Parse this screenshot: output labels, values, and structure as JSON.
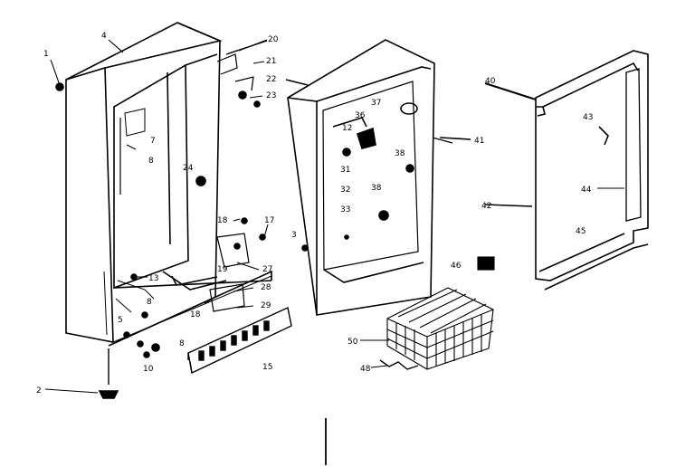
{
  "diagram": {
    "callouts": [
      {
        "id": "c1",
        "label": "1"
      },
      {
        "id": "c2",
        "label": "2"
      },
      {
        "id": "c3",
        "label": "3"
      },
      {
        "id": "c4",
        "label": "4"
      },
      {
        "id": "c5",
        "label": "5"
      },
      {
        "id": "c7",
        "label": "7"
      },
      {
        "id": "c8",
        "label": "8"
      },
      {
        "id": "c8b",
        "label": "8"
      },
      {
        "id": "c8c",
        "label": "8"
      },
      {
        "id": "c10",
        "label": "10"
      },
      {
        "id": "c12",
        "label": "12"
      },
      {
        "id": "c13",
        "label": "13"
      },
      {
        "id": "c15",
        "label": "15"
      },
      {
        "id": "c17",
        "label": "17"
      },
      {
        "id": "c18",
        "label": "18"
      },
      {
        "id": "c18b",
        "label": "18"
      },
      {
        "id": "c19",
        "label": "19"
      },
      {
        "id": "c20",
        "label": "20"
      },
      {
        "id": "c21",
        "label": "21"
      },
      {
        "id": "c22",
        "label": "22"
      },
      {
        "id": "c23",
        "label": "23"
      },
      {
        "id": "c24",
        "label": "24"
      },
      {
        "id": "c27",
        "label": "27"
      },
      {
        "id": "c28",
        "label": "28"
      },
      {
        "id": "c29",
        "label": "29"
      },
      {
        "id": "c31",
        "label": "31"
      },
      {
        "id": "c32",
        "label": "32"
      },
      {
        "id": "c33",
        "label": "33"
      },
      {
        "id": "c36",
        "label": "36"
      },
      {
        "id": "c37",
        "label": "37"
      },
      {
        "id": "c38",
        "label": "38"
      },
      {
        "id": "c38b",
        "label": "38"
      },
      {
        "id": "c40",
        "label": "40"
      },
      {
        "id": "c41",
        "label": "41"
      },
      {
        "id": "c42",
        "label": "42"
      },
      {
        "id": "c43",
        "label": "43"
      },
      {
        "id": "c44",
        "label": "44"
      },
      {
        "id": "c45",
        "label": "45"
      },
      {
        "id": "c46",
        "label": "46"
      },
      {
        "id": "c48",
        "label": "48"
      },
      {
        "id": "c50",
        "label": "50"
      }
    ]
  }
}
